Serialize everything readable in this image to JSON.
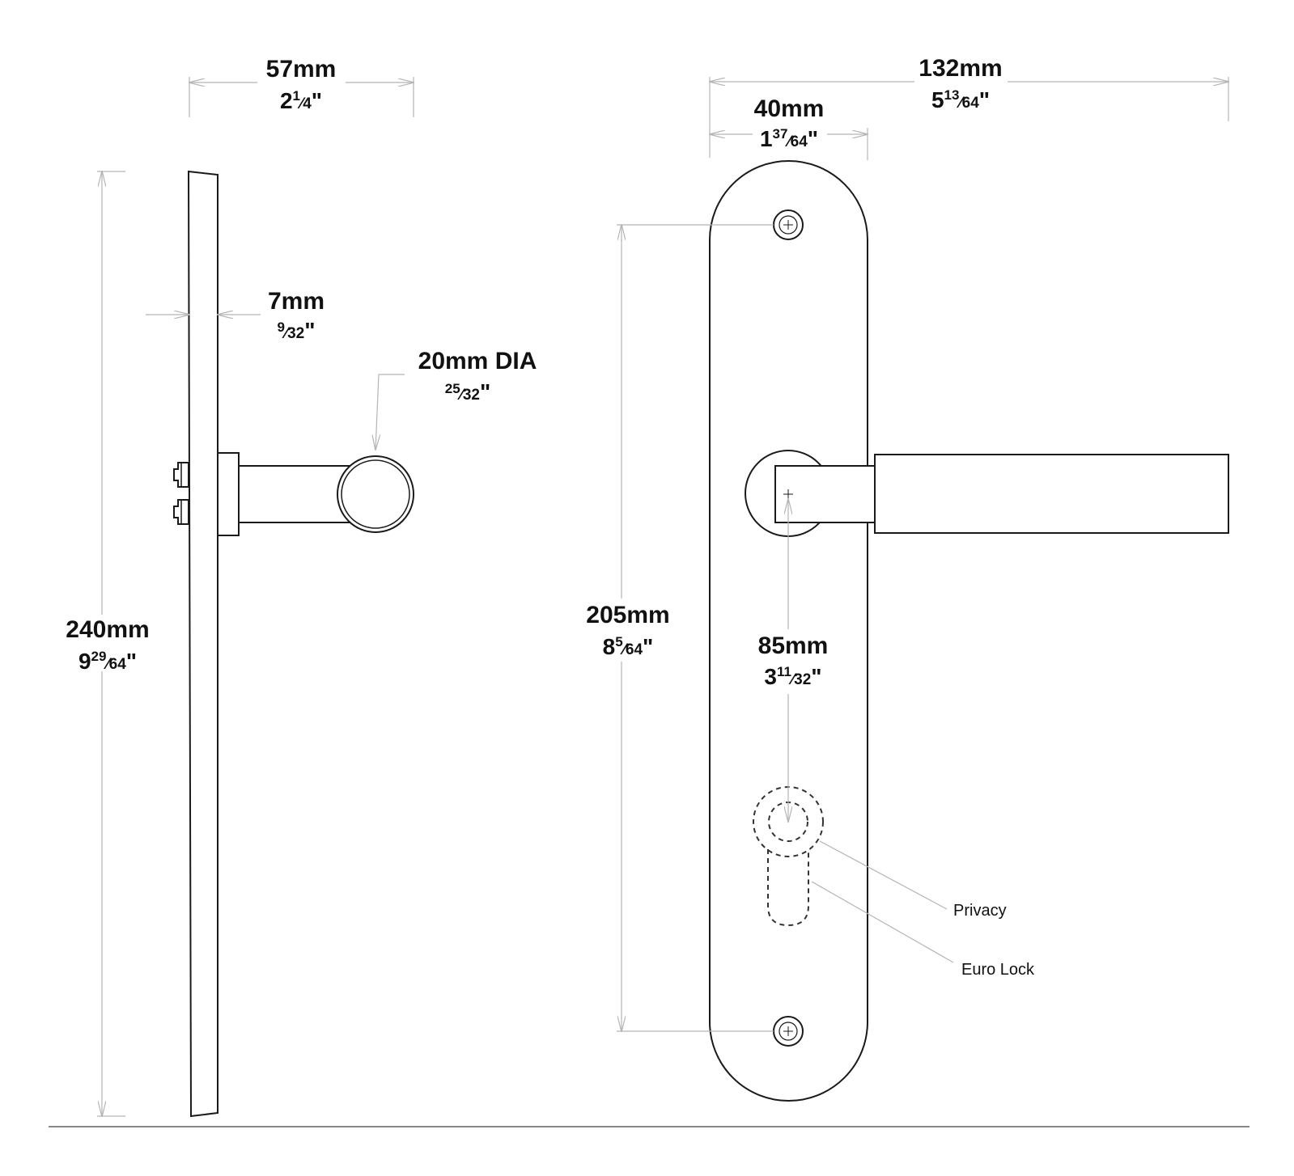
{
  "colors": {
    "line": "#1a1a1a",
    "dimension_line": "#b5b5b5",
    "baseline": "#888888"
  },
  "dimensions": {
    "side_depth": {
      "mm": "57mm",
      "in_whole": "2",
      "in_num": "1",
      "in_den": "4"
    },
    "plate_thickness": {
      "mm": "7mm",
      "in_whole": "",
      "in_num": "9",
      "in_den": "32"
    },
    "lever_diameter": {
      "mm": "20mm DIA",
      "in_whole": "",
      "in_num": "25",
      "in_den": "32"
    },
    "plate_height": {
      "mm": "240mm",
      "in_whole": "9",
      "in_num": "29",
      "in_den": "64"
    },
    "overall_width": {
      "mm": "132mm",
      "in_whole": "5",
      "in_num": "13",
      "in_den": "64"
    },
    "plate_width": {
      "mm": "40mm",
      "in_whole": "1",
      "in_num": "37",
      "in_den": "64"
    },
    "fixing_centres": {
      "mm": "205mm",
      "in_whole": "8",
      "in_num": "5",
      "in_den": "64"
    },
    "backset_centres": {
      "mm": "85mm",
      "in_whole": "3",
      "in_num": "11",
      "in_den": "32"
    }
  },
  "callouts": {
    "privacy": "Privacy",
    "euro_lock": "Euro Lock"
  }
}
